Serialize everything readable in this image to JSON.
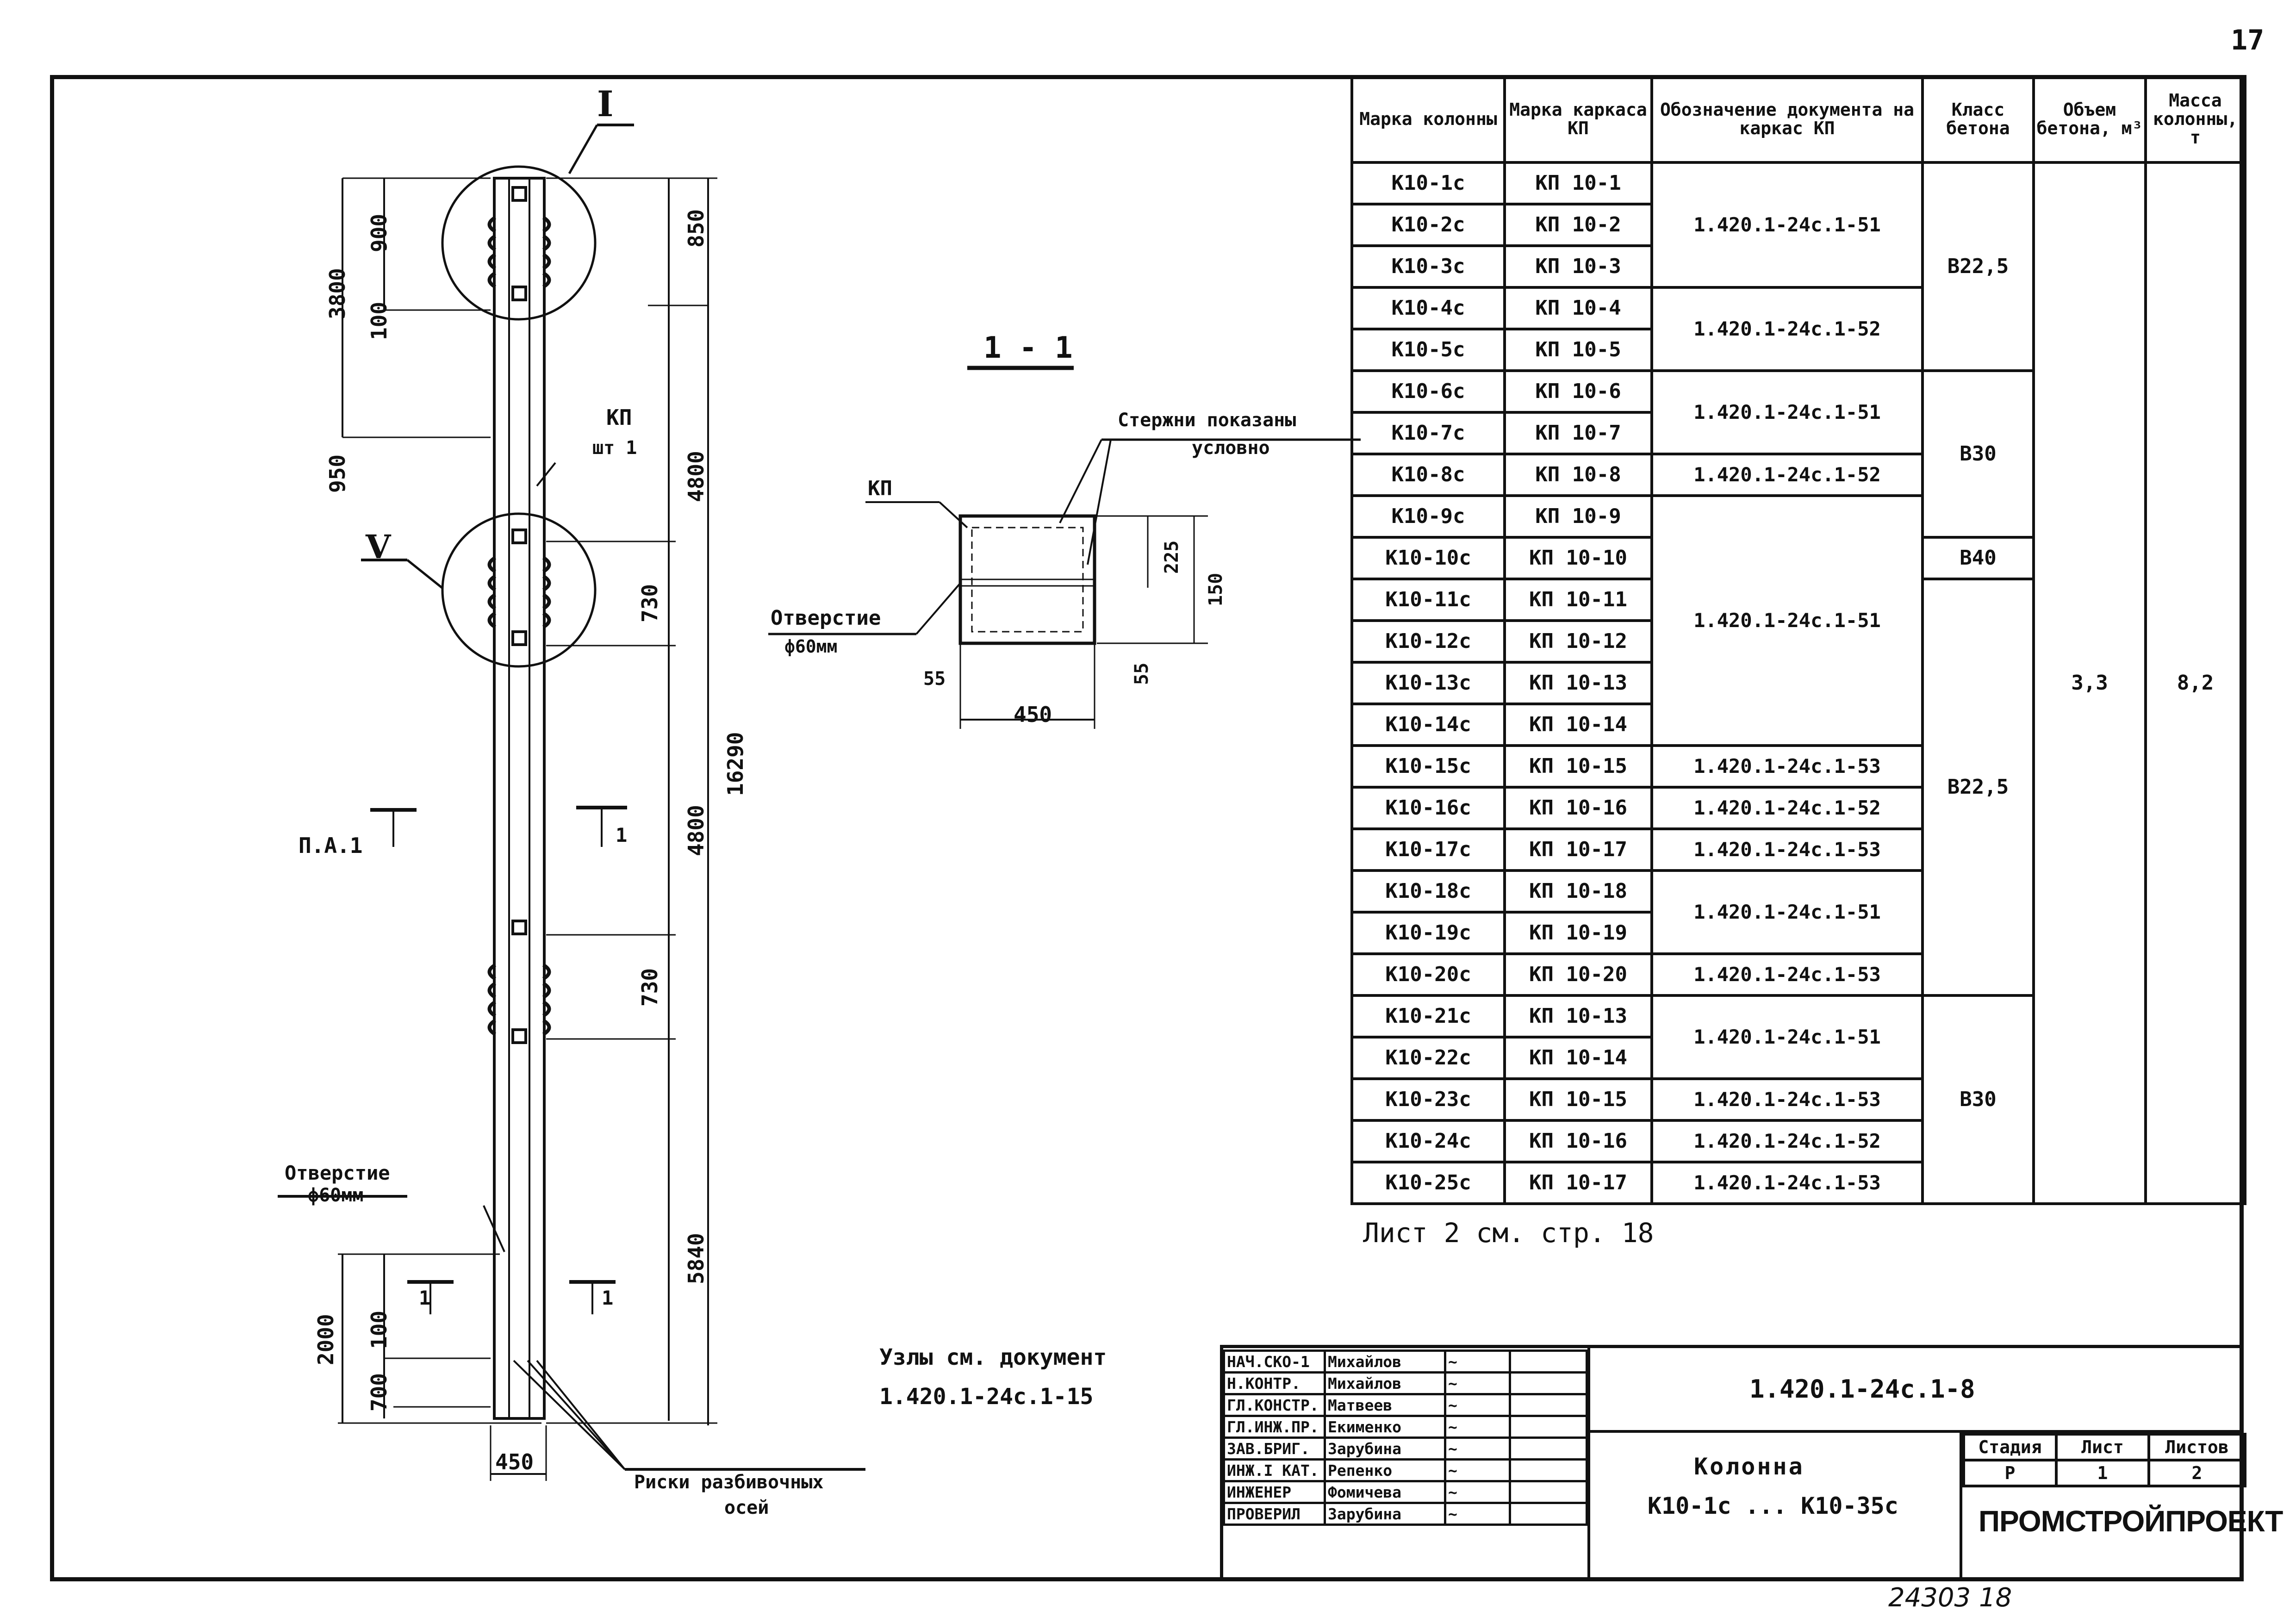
{
  "page_number": "17",
  "bottom_note": "24303  18",
  "elevation": {
    "dims_left": {
      "d3800": "3800",
      "d900": "900",
      "d100a": "100",
      "d950": "950",
      "d2000": "2000",
      "d100b": "100",
      "d700": "700",
      "d450": "450"
    },
    "dims_right": {
      "d850": "850",
      "d4800a": "4800",
      "d730a": "730",
      "d16290": "16290",
      "d4800b": "4800",
      "d730b": "730",
      "d5840": "5840"
    },
    "node_I": "I",
    "node_V": "V",
    "kp_label": "КП",
    "kp_count": "шт 1",
    "hole_label": "Отверстие",
    "hole_dia": "ф60мм",
    "marks_label_1": "Риски разбивочных",
    "marks_label_2": "осей",
    "section_ref_1": "П.А.1",
    "section_mark_1": "1",
    "section_mark_2": "1",
    "section_mark_3": "1"
  },
  "section": {
    "title": "1 - 1",
    "rods_label_1": "Стержни показаны",
    "rods_label_2": "условно",
    "kp_label": "КП",
    "hole_label": "Отверстие",
    "hole_dia": "ф60мм",
    "dims": {
      "d225": "225",
      "d150": "150",
      "d55a": "55",
      "d55b": "55",
      "d450": "450"
    }
  },
  "table": {
    "headers": [
      "Марка колонны",
      "Марка каркаса КП",
      "Обозначение документа на каркас КП",
      "Класс бетона",
      "Объем бетона, м³",
      "Масса колонны, т"
    ],
    "rows": [
      {
        "col": "К10-1с",
        "kp": "КП 10-1"
      },
      {
        "col": "К10-2с",
        "kp": "КП 10-2"
      },
      {
        "col": "К10-3с",
        "kp": "КП 10-3"
      },
      {
        "col": "К10-4с",
        "kp": "КП 10-4"
      },
      {
        "col": "К10-5с",
        "kp": "КП 10-5"
      },
      {
        "col": "К10-6с",
        "kp": "КП 10-6"
      },
      {
        "col": "К10-7с",
        "kp": "КП 10-7"
      },
      {
        "col": "К10-8с",
        "kp": "КП 10-8"
      },
      {
        "col": "К10-9с",
        "kp": "КП 10-9"
      },
      {
        "col": "К10-10с",
        "kp": "КП 10-10"
      },
      {
        "col": "К10-11с",
        "kp": "КП 10-11"
      },
      {
        "col": "К10-12с",
        "kp": "КП 10-12"
      },
      {
        "col": "К10-13с",
        "kp": "КП 10-13"
      },
      {
        "col": "К10-14с",
        "kp": "КП 10-14"
      },
      {
        "col": "К10-15с",
        "kp": "КП 10-15"
      },
      {
        "col": "К10-16с",
        "kp": "КП 10-16"
      },
      {
        "col": "К10-17с",
        "kp": "КП 10-17"
      },
      {
        "col": "К10-18с",
        "kp": "КП 10-18"
      },
      {
        "col": "К10-19с",
        "kp": "КП 10-19"
      },
      {
        "col": "К10-20с",
        "kp": "КП 10-20"
      },
      {
        "col": "К10-21с",
        "kp": "КП 10-13"
      },
      {
        "col": "К10-22с",
        "kp": "КП 10-14"
      },
      {
        "col": "К10-23с",
        "kp": "КП 10-15"
      },
      {
        "col": "К10-24с",
        "kp": "КП 10-16"
      },
      {
        "col": "К10-25с",
        "kp": "КП 10-17"
      }
    ],
    "docs": [
      "1.420.1-24с.1-51",
      "1.420.1-24с.1-52",
      "1.420.1-24с.1-51",
      "1.420.1-24с.1-52",
      "1.420.1-24с.1-51",
      "1.420.1-24с.1-53",
      "1.420.1-24с.1-52",
      "1.420.1-24с.1-53",
      "1.420.1-24с.1-51",
      "1.420.1-24с.1-53",
      "1.420.1-24с.1-51",
      "1.420.1-24с.1-53",
      "1.420.1-24с.1-52",
      "1.420.1-24с.1-53"
    ],
    "classes": [
      "В22,5",
      "В30",
      "В40",
      "В22,5",
      "В30"
    ],
    "volume": "3,3",
    "mass": "8,2"
  },
  "sheet_note": "Лист 2 см. стр. 18",
  "nodes_note_1": "Узлы см. документ",
  "nodes_note_2": "1.420.1-24с.1-15",
  "title_block": {
    "doc_code": "1.420.1-24с.1-8",
    "name_1": "Колонна",
    "name_2": "К10-1с ... К10-35с",
    "stage_hdr": "Стадия",
    "sheet_hdr": "Лист",
    "sheets_hdr": "Листов",
    "stage": "Р",
    "sheet": "1",
    "sheets": "2",
    "org": "ПРОМСТРОЙПРОЕКТ",
    "signatures": [
      {
        "role": "НАЧ.СКО-1",
        "name": "Михайлов"
      },
      {
        "role": "Н.КОНТР.",
        "name": "Михайлов"
      },
      {
        "role": "ГЛ.КОНСТР.",
        "name": "Матвеев"
      },
      {
        "role": "ГЛ.ИНЖ.ПР.",
        "name": "Екименко"
      },
      {
        "role": "ЗАВ.БРИГ.",
        "name": "Зарубина"
      },
      {
        "role": "ИНЖ.I КАТ.",
        "name": "Репенко"
      },
      {
        "role": "ИНЖЕНЕР",
        "name": "Фомичева"
      },
      {
        "role": "ПРОВЕРИЛ",
        "name": "Зарубина"
      }
    ]
  }
}
